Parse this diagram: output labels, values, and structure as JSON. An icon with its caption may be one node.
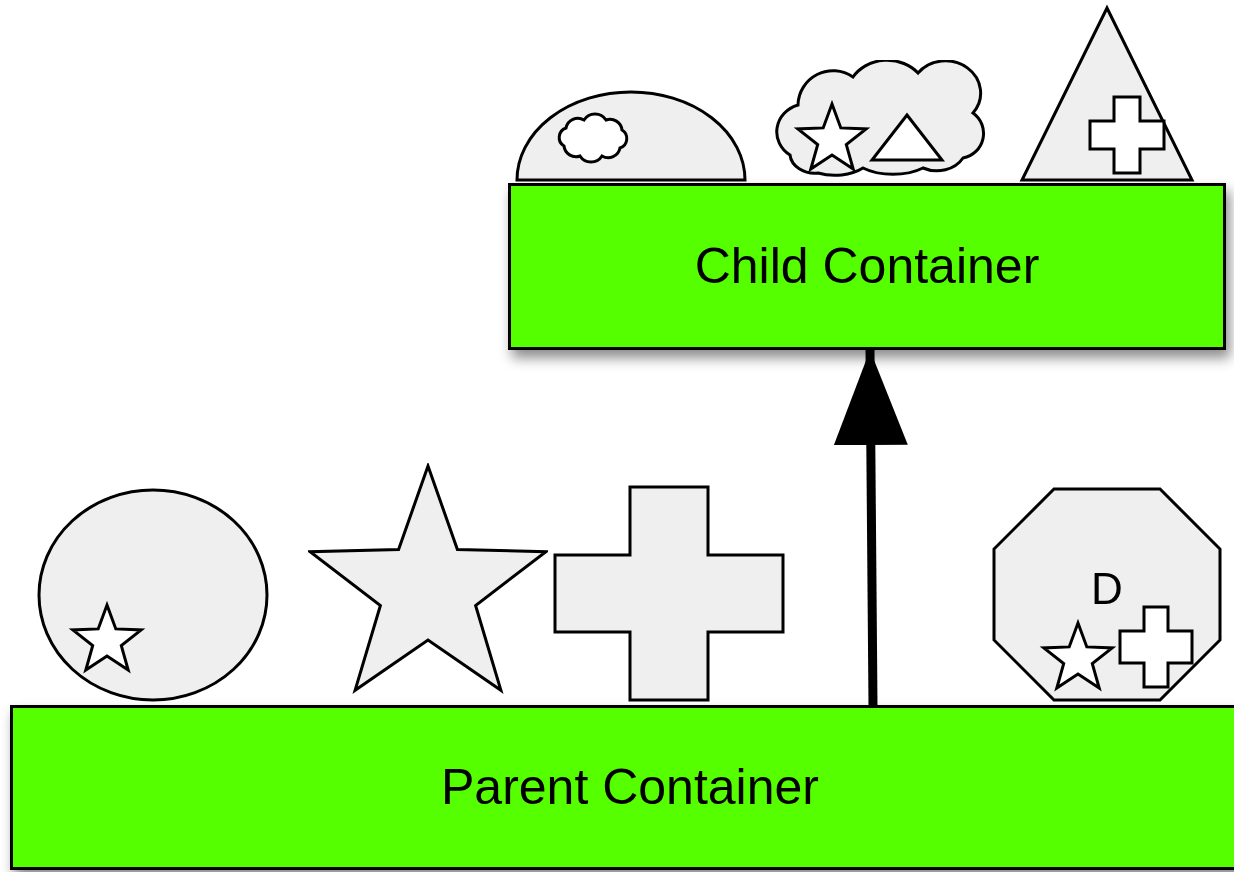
{
  "diagram": {
    "nodes": [
      {
        "text": [],
        "shape": "dome"
      },
      {
        "text": [],
        "shape": "cloud"
      },
      {
        "text": [],
        "shape": "triangle"
      },
      {
        "text": [
          "Child Container"
        ]
      },
      {
        "text": [],
        "shape": "circle"
      },
      {
        "text": [],
        "shape": "star"
      },
      {
        "text": [],
        "shape": "cross"
      },
      {
        "text": [
          "D"
        ]
      },
      {
        "text": [
          "Parent Container"
        ]
      }
    ],
    "edges": [
      {
        "from": 8,
        "to": 3,
        "arrow": "to"
      }
    ]
  }
}
